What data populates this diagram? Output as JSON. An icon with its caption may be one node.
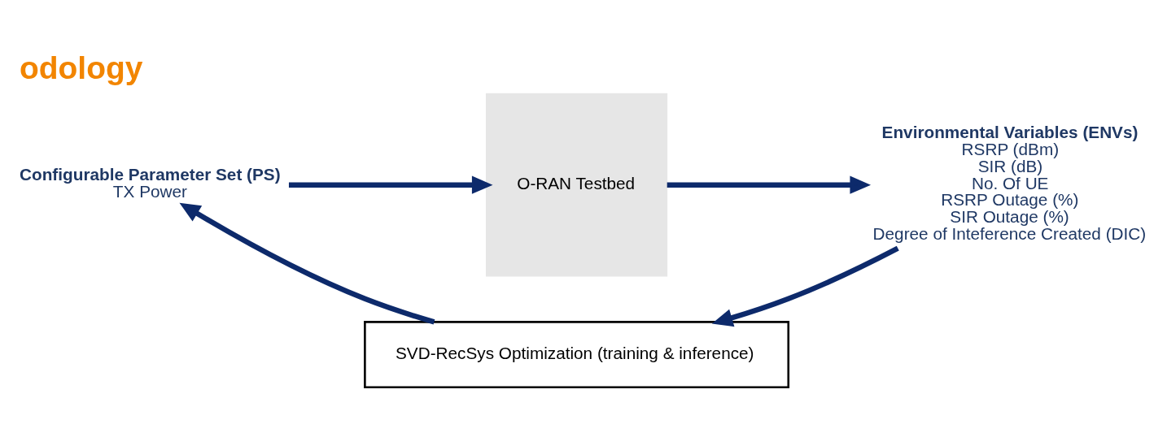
{
  "diagram": {
    "title": "odology",
    "nodes": [
      {
        "text": [
          "Configurable Parameter Set (PS)",
          "TX Power"
        ]
      },
      {
        "text": [
          "O-RAN Testbed"
        ]
      },
      {
        "text": [
          "Environmental Variables (ENVs)",
          "RSRP (dBm)",
          "SIR (dB)",
          "No. Of UE",
          "RSRP Outage (%)",
          "SIR Outage (%)",
          "Degree of Inteference Created (DIC)"
        ]
      },
      {
        "text": [
          "SVD-RecSys Optimization (training & inference)"
        ]
      }
    ],
    "edges": [
      {
        "from": 0,
        "to": 1,
        "arrow": "to"
      },
      {
        "from": 1,
        "to": 2,
        "arrow": "to"
      },
      {
        "from": 2,
        "to": 3,
        "arrow": "to"
      },
      {
        "from": 3,
        "to": 0,
        "arrow": "to"
      }
    ]
  }
}
